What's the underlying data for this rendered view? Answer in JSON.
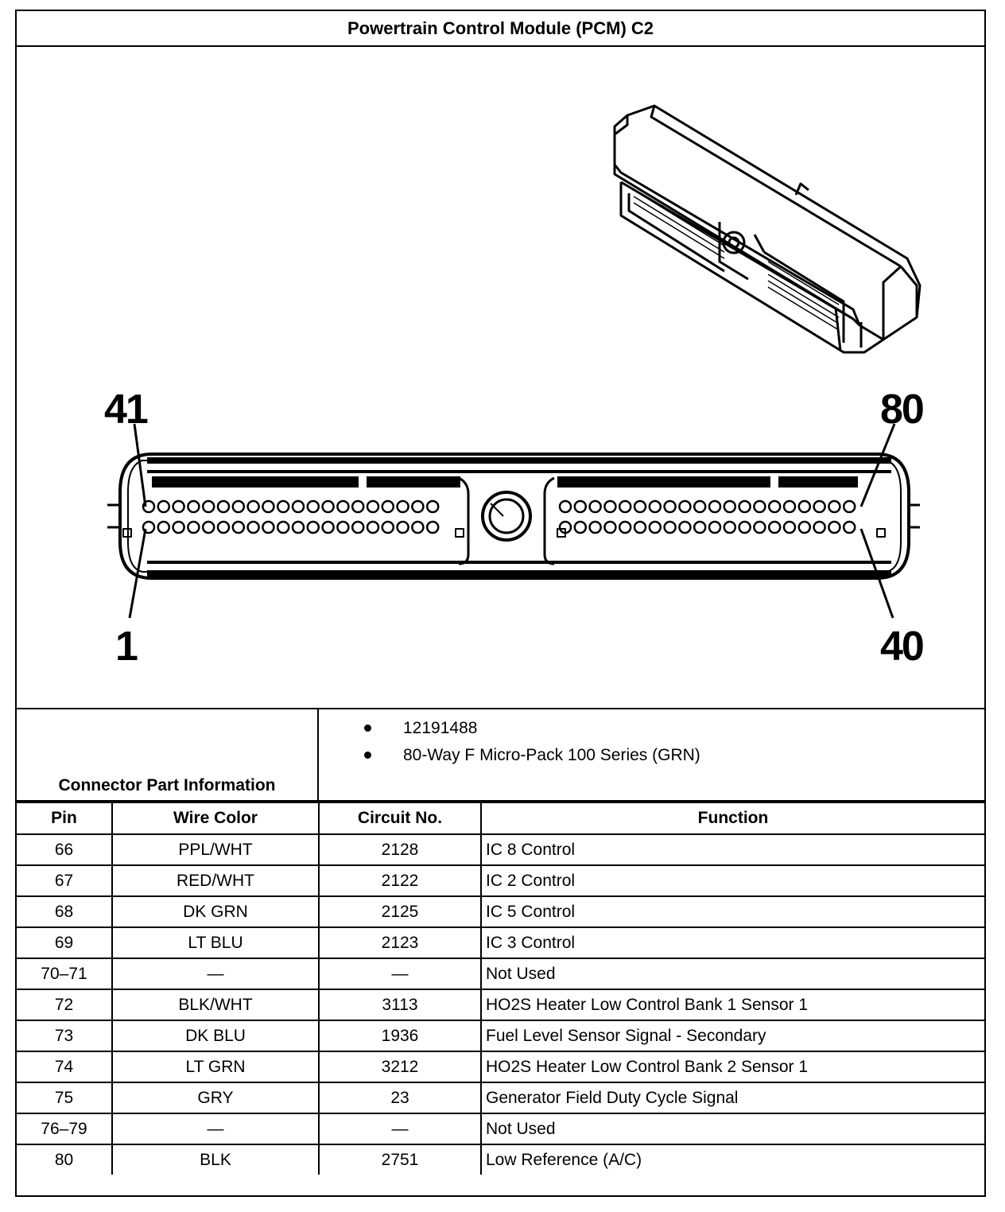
{
  "title": "Powertrain Control Module (PCM) C2",
  "diagram": {
    "pin_labels": {
      "top_left": "41",
      "top_right": "80",
      "bottom_left": "1",
      "bottom_right": "40"
    }
  },
  "connector_info": {
    "label": "Connector Part Information",
    "items": [
      "12191488",
      "80-Way F Micro-Pack 100 Series (GRN)"
    ]
  },
  "table": {
    "headers": [
      "Pin",
      "Wire Color",
      "Circuit No.",
      "Function"
    ],
    "rows": [
      [
        "66",
        "PPL/WHT",
        "2128",
        "IC 8 Control"
      ],
      [
        "67",
        "RED/WHT",
        "2122",
        "IC 2 Control"
      ],
      [
        "68",
        "DK GRN",
        "2125",
        "IC 5 Control"
      ],
      [
        "69",
        "LT BLU",
        "2123",
        "IC 3 Control"
      ],
      [
        "70–71",
        "—",
        "—",
        "Not Used"
      ],
      [
        "72",
        "BLK/WHT",
        "3113",
        "HO2S Heater Low Control Bank 1 Sensor 1"
      ],
      [
        "73",
        "DK BLU",
        "1936",
        "Fuel Level Sensor Signal - Secondary"
      ],
      [
        "74",
        "LT GRN",
        "3212",
        "HO2S Heater Low Control Bank 2 Sensor 1"
      ],
      [
        "75",
        "GRY",
        "23",
        "Generator Field Duty Cycle Signal"
      ],
      [
        "76–79",
        "—",
        "—",
        "Not Used"
      ],
      [
        "80",
        "BLK",
        "2751",
        "Low Reference (A/C)"
      ]
    ]
  }
}
